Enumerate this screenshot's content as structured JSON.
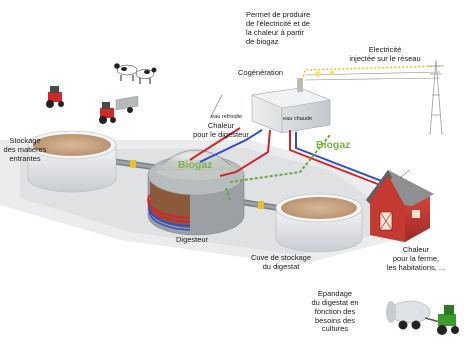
{
  "labels": {
    "cogeneration_desc": "Permet de produire\nde l'électricité et de\nla chaleur à partir\nde biogaz",
    "cogeneration": "Cogénération",
    "electricite": "Electricité\ninjectée sur le réseau",
    "eau_refroidie": "eau refroidie",
    "eau_chaude": "eau chaude",
    "chaleur_digesteur": "Chaleur\npour le digesteur",
    "biogaz_dome": "Biogaz",
    "biogaz_pipe": "Biogaz",
    "stockage": "Stockage\ndes matières\nentrantes",
    "digesteur": "Digesteur",
    "cuve": "Cuve de stockage\ndu digestat",
    "chaleur_ferme": "Chaleur\npour la ferme,\nles habitations, ...",
    "epandage": "Epandage\ndu digestat en\nfonction des\nbesoins des\ncultures"
  },
  "colors": {
    "hot_pipe": "#d0262b",
    "cold_pipe": "#2f4fcf",
    "biogas_pipe": "#6aa83b",
    "biogas_text": "#7cb342",
    "electric_line": "#e3c21a"
  }
}
